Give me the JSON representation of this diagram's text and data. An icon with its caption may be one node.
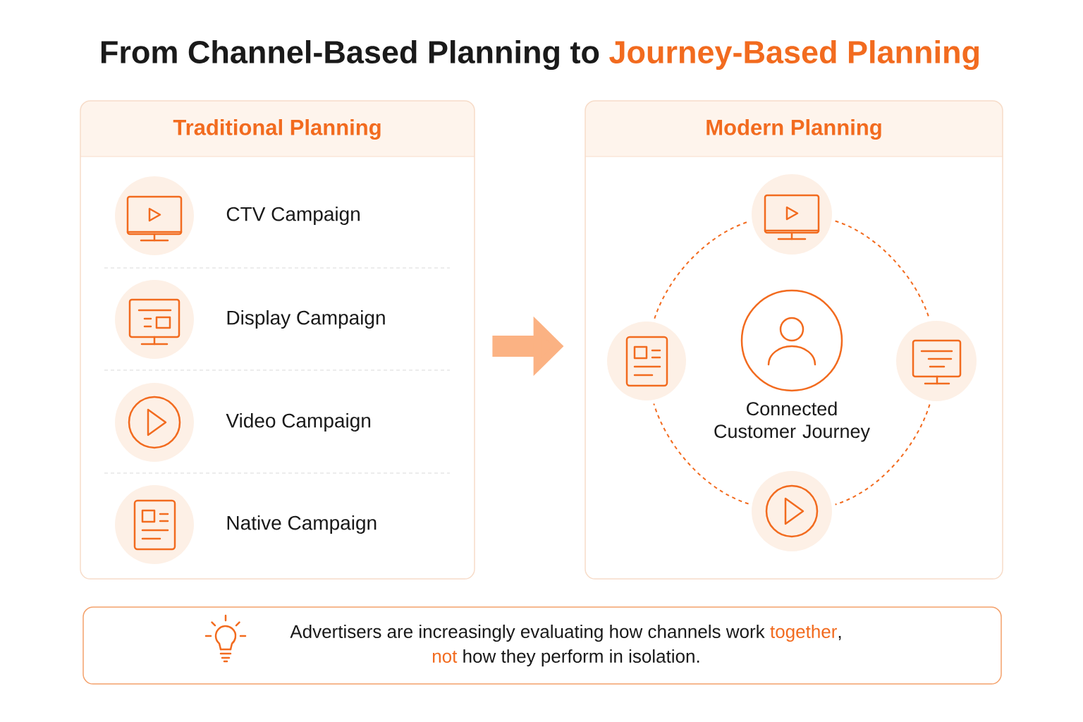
{
  "diagram": {
    "title": "From Channel-Based Planning to **Journey-Based Planning**",
    "nodes": [
      {
        "text": [
          "Traditional Planning"
        ]
      },
      {
        "text": [],
        "shape": "circle",
        "in": 0,
        "beside": [
          "CTV Campaign"
        ]
      },
      {
        "text": [],
        "shape": "circle",
        "in": 0,
        "beside": [
          "Display Campaign"
        ]
      },
      {
        "text": [],
        "shape": "circle",
        "in": 0,
        "beside": [
          "Video Campaign"
        ]
      },
      {
        "text": [],
        "shape": "circle",
        "in": 0,
        "beside": [
          "Native Campaign"
        ]
      },
      {
        "text": [
          "Modern Planning"
        ]
      },
      {
        "text": [],
        "shape": "circle",
        "in": 5
      },
      {
        "text": [],
        "shape": "circle",
        "in": 5
      },
      {
        "text": [],
        "shape": "circle",
        "in": 5,
        "beside": [
          "Connected Customer Journey"
        ]
      },
      {
        "text": [],
        "shape": "circle",
        "in": 5
      },
      {
        "text": [],
        "shape": "circle",
        "in": 5
      },
      {
        "text": [
          "Advertisers are increasingly evaluating how channels work **together**, **not** how they perform in isolation."
        ]
      }
    ],
    "edges": [
      {
        "from": 0,
        "to": 5,
        "arrow": "to",
        "style": "thick",
        "color": "#fbb283"
      },
      {
        "from": 6,
        "to": 9,
        "arrow": "none",
        "style": "dashed"
      },
      {
        "from": 9,
        "to": 10,
        "arrow": "none",
        "style": "dashed"
      },
      {
        "from": 10,
        "to": 7,
        "arrow": "none",
        "style": "dashed"
      },
      {
        "from": 7,
        "to": 6,
        "arrow": "none",
        "style": "dashed"
      }
    ]
  }
}
